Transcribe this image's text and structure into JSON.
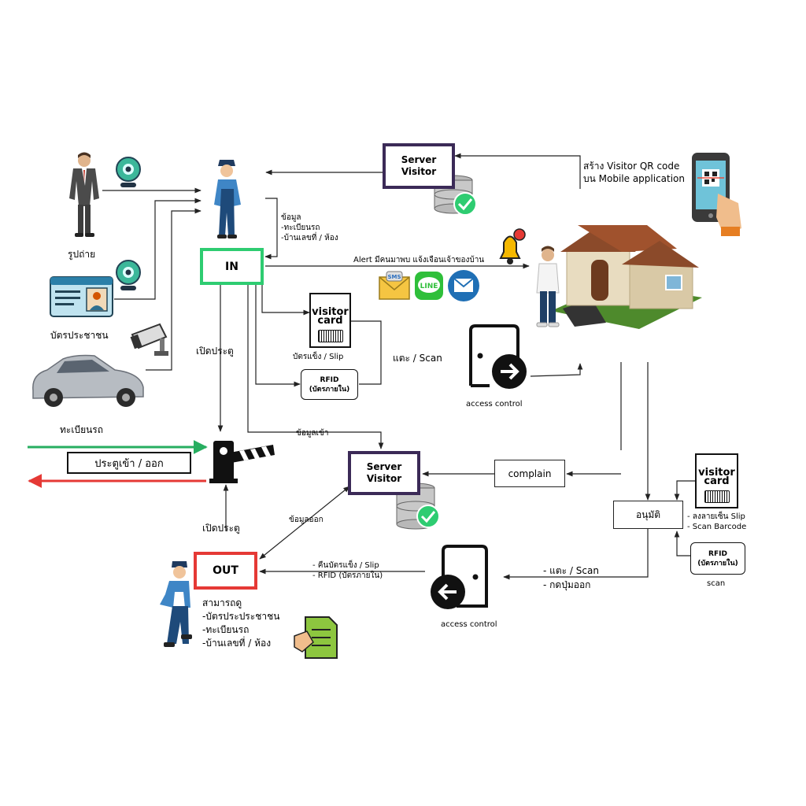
{
  "colors": {
    "server_border": "#3b2a57",
    "in_border": "#2ecc71",
    "out_border": "#e53935",
    "arrow_green": "#27ae60",
    "arrow_red": "#e53935",
    "line": "#222222"
  },
  "icons": {
    "guard": "security-guard-icon",
    "businessman": "businessman-icon",
    "webcam": "webcam-icon",
    "id_card": "id-card-icon",
    "cctv": "cctv-camera-icon",
    "car": "car-icon",
    "barrier": "barrier-gate-icon",
    "database": "database-check-icon",
    "phone": "phone-qr-icon",
    "bell": "bell-alert-icon",
    "sms": "sms-icon",
    "line": "line-app-icon",
    "mail": "mail-icon",
    "house": "house-icon",
    "resident": "resident-icon",
    "door_in": "access-door-in-icon",
    "door_out": "access-door-out-icon",
    "document": "document-icon"
  },
  "labels": {
    "photo": "รูปถ่าย",
    "id_card": "บัตรประชาชน",
    "license_plate": "ทะเบียนรถ",
    "gate_inout": "ประตูเข้า / ออก",
    "open_gate_top": "เปิดประตู",
    "open_gate_bottom": "เปิดประตู",
    "data_in": "ข้อมูลเข้า",
    "data_out": "ข้อมูลออก",
    "tap_scan_top": "แตะ / Scan",
    "tap_scan_bottom_1": "- แตะ / Scan",
    "tap_scan_bottom_2": "- กดปุ่มออก",
    "access_control_in": "access control",
    "access_control_out": "access control",
    "slip_card": "บัตรแข็ง / Slip",
    "alert": "Alert มีคนมาพบ แจ้งเจือนเจ้าของบ้าน",
    "create_qr_1": "สร้าง Visitor QR code",
    "create_qr_2": "บน Mobile application",
    "guard_data_1": "ข้อมูล",
    "guard_data_2": "-ทะเบียนรถ",
    "guard_data_3": "-บ้านเลขที่ / ห้อง",
    "sign_1": "- ลงลายเซ็น Slip",
    "sign_2": "- Scan Barcode",
    "scan": "scan",
    "return_1": "- คืนบัตรแข็ง / Slip",
    "return_2": "- RFID (บัตรภายใน)",
    "can_view_1": "สามารถดู",
    "can_view_2": "-บัตรประประชาชน",
    "can_view_3": "-ทะเบียนรถ",
    "can_view_4": "-บ้านเลขที่ / ห้อง"
  },
  "boxes": {
    "server_top_1": "Server",
    "server_top_2": "Visitor",
    "server_mid_1": "Server",
    "server_mid_2": "Visitor",
    "in": "IN",
    "out": "OUT",
    "complain": "complain",
    "approve": "อนุมัติ",
    "rfid_1": "RFID",
    "rfid_2": "(บัตรภายใน)",
    "rfid_right_1": "RFID",
    "rfid_right_2": "(บัตรภายใน)",
    "visitor_card_1": "visitor",
    "visitor_card_2": "card",
    "visitor_card_right_1": "visitor",
    "visitor_card_right_2": "card",
    "sms_text": "SMS",
    "line_text": "LINE"
  }
}
